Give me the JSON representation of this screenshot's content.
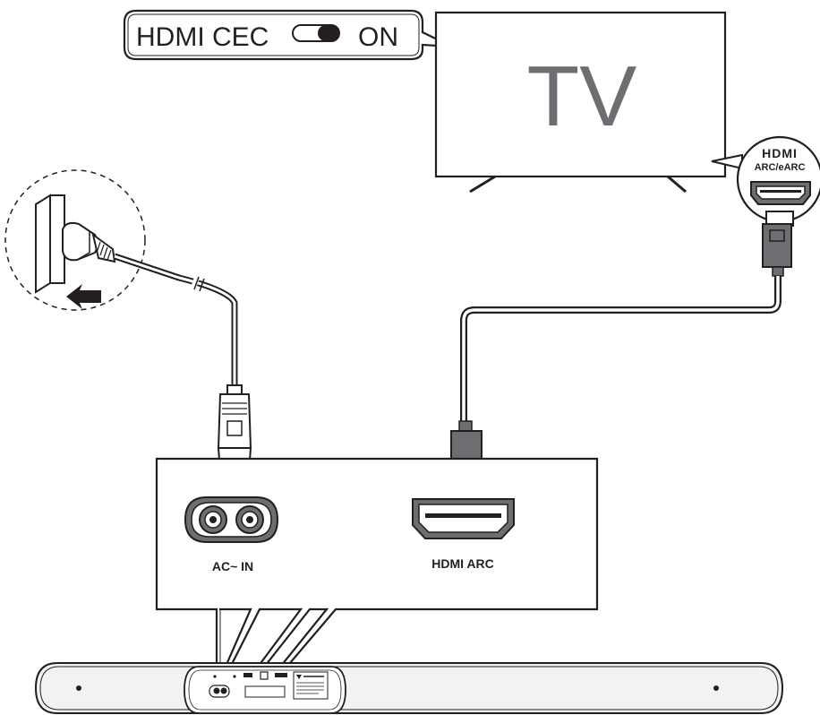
{
  "callout": {
    "feature_label": "HDMI CEC",
    "state_label": "ON",
    "toggle_on": true
  },
  "tv": {
    "label": "TV"
  },
  "tv_port": {
    "logo": "HDMI",
    "label": "ARC/eARC"
  },
  "soundbar_panel": {
    "power_port_label": "AC~ IN",
    "hdmi_port_label": "HDMI ARC"
  },
  "icons": {
    "wall_socket": "wall-socket-icon",
    "plug": "plug-icon",
    "arrow": "insert-arrow-icon",
    "hdmi_connector": "hdmi-connector-icon",
    "power_connector": "power-connector-icon"
  },
  "colors": {
    "stroke": "#231f20",
    "device_fill": "#ffffff",
    "soundbar_fill": "#f2f2f2",
    "panel_gray": "#6d6e71",
    "tv_label": "#6d6e71"
  }
}
